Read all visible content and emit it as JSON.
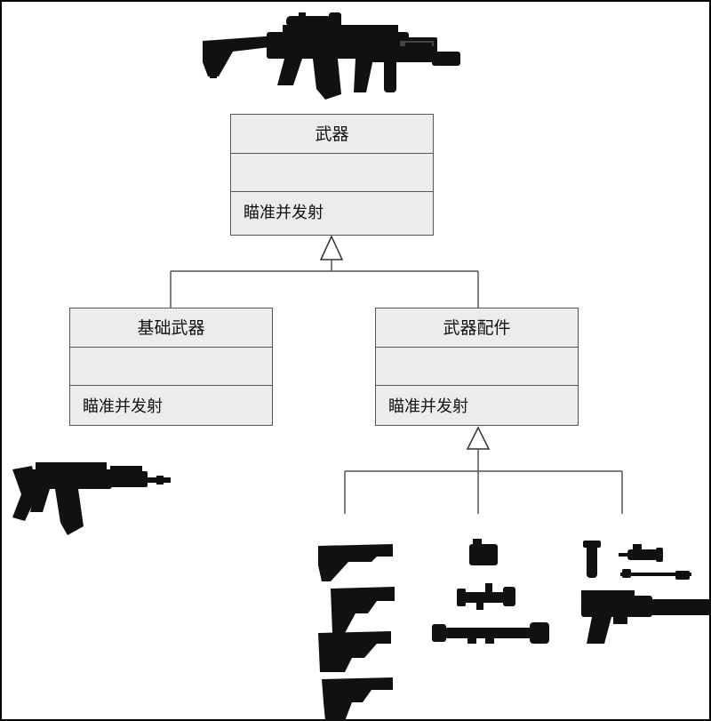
{
  "diagram": {
    "classes": [
      {
        "id": "weapon",
        "name": "武器",
        "operation": "瞄准并发射"
      },
      {
        "id": "base-weapon",
        "name": "基础武器",
        "operation": "瞄准并发射"
      },
      {
        "id": "weapon-accessory",
        "name": "武器配件",
        "operation": "瞄准并发射"
      }
    ],
    "relations": [
      {
        "type": "inheritance",
        "from": "base-weapon",
        "to": "weapon"
      },
      {
        "type": "inheritance",
        "from": "weapon-accessory",
        "to": "weapon"
      },
      {
        "type": "inheritance",
        "from": "stock-group",
        "to": "weapon-accessory"
      },
      {
        "type": "inheritance",
        "from": "scope-group",
        "to": "weapon-accessory"
      },
      {
        "type": "inheritance",
        "from": "grip-group",
        "to": "weapon-accessory"
      }
    ],
    "illustrations": [
      "assembled-rifle-illustration",
      "base-rifle-illustration",
      "stock-accessories-illustration",
      "scope-accessories-illustration",
      "grip-barrel-accessories-illustration"
    ]
  }
}
